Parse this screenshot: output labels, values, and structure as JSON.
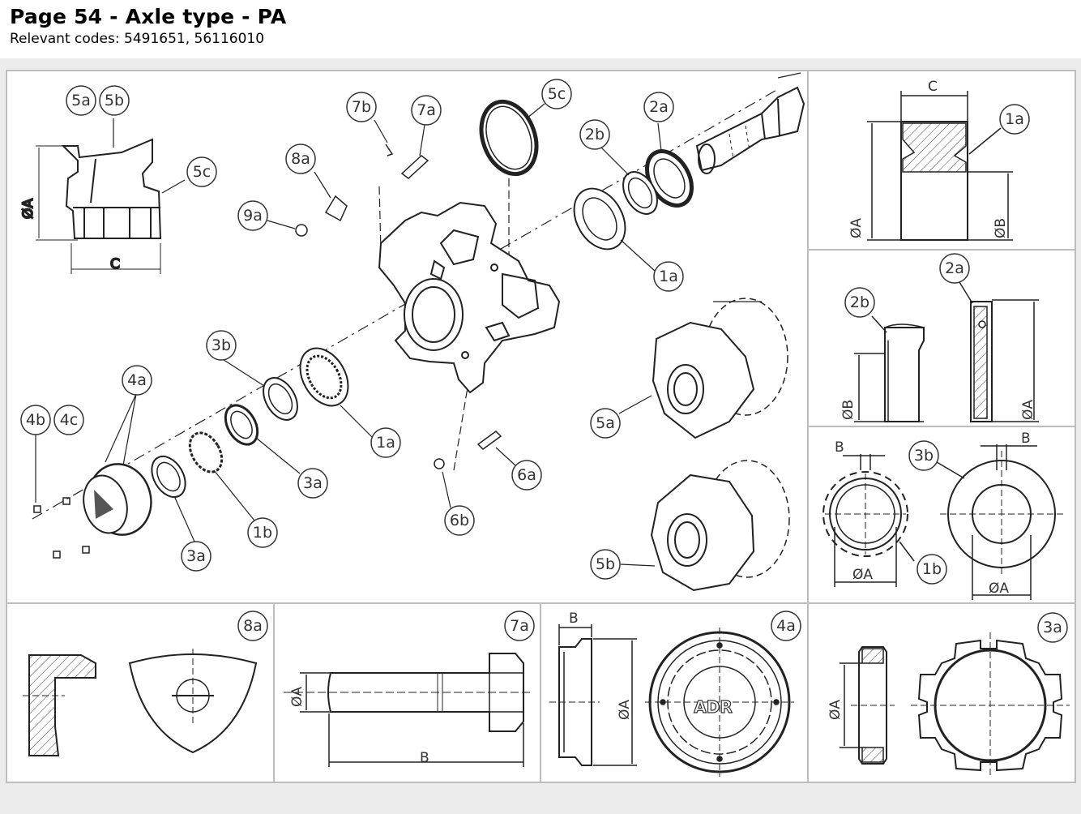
{
  "header": {
    "title": "Page 54 - Axle type - PA",
    "relevant_codes": "Relevant codes: 5491651, 56116010"
  },
  "callouts": {
    "main": [
      "5a",
      "5b",
      "5c",
      "7b",
      "7a",
      "8a",
      "9a",
      "5c",
      "2b",
      "2a",
      "1a",
      "3b",
      "4a",
      "4b",
      "4c",
      "1a",
      "3a",
      "3a",
      "1b",
      "6b",
      "6a",
      "5a",
      "5b"
    ],
    "c_5a": "5a",
    "c_5b": "5b",
    "c_5c_small": "5c",
    "c_7b": "7b",
    "c_7a": "7a",
    "c_8a": "8a",
    "c_9a": "9a",
    "c_5c_seal": "5c",
    "c_2b": "2b",
    "c_2a": "2a",
    "c_1a_top": "1a",
    "c_3b": "3b",
    "c_4a": "4a",
    "c_4b": "4b",
    "c_4c": "4c",
    "c_1a_mid": "1a",
    "c_3a_mid": "3a",
    "c_3a_low": "3a",
    "c_1b": "1b",
    "c_6b": "6b",
    "c_6a": "6a",
    "c_5a_hub": "5a",
    "c_5b_hub": "5b"
  },
  "details": {
    "d1a": {
      "label": "1a",
      "dims": [
        "C",
        "ØA",
        "ØB"
      ]
    },
    "d2": {
      "label_b": "2b",
      "label_a": "2a",
      "dims": [
        "ØB",
        "ØA"
      ]
    },
    "d3": {
      "label_b": "3b",
      "label_1b": "1b",
      "dims": [
        "B",
        "B",
        "ØA",
        "ØA"
      ]
    },
    "d8a": {
      "label": "8a"
    },
    "d7a": {
      "label": "7a",
      "dims": [
        "ØA",
        "B"
      ]
    },
    "d4a": {
      "label": "4a",
      "dims": [
        "B",
        "ØA"
      ],
      "cap_text": "ADR"
    },
    "d3a": {
      "label": "3a",
      "dims": [
        "ØA"
      ]
    },
    "hub_dims": [
      "ØA",
      "C"
    ]
  }
}
